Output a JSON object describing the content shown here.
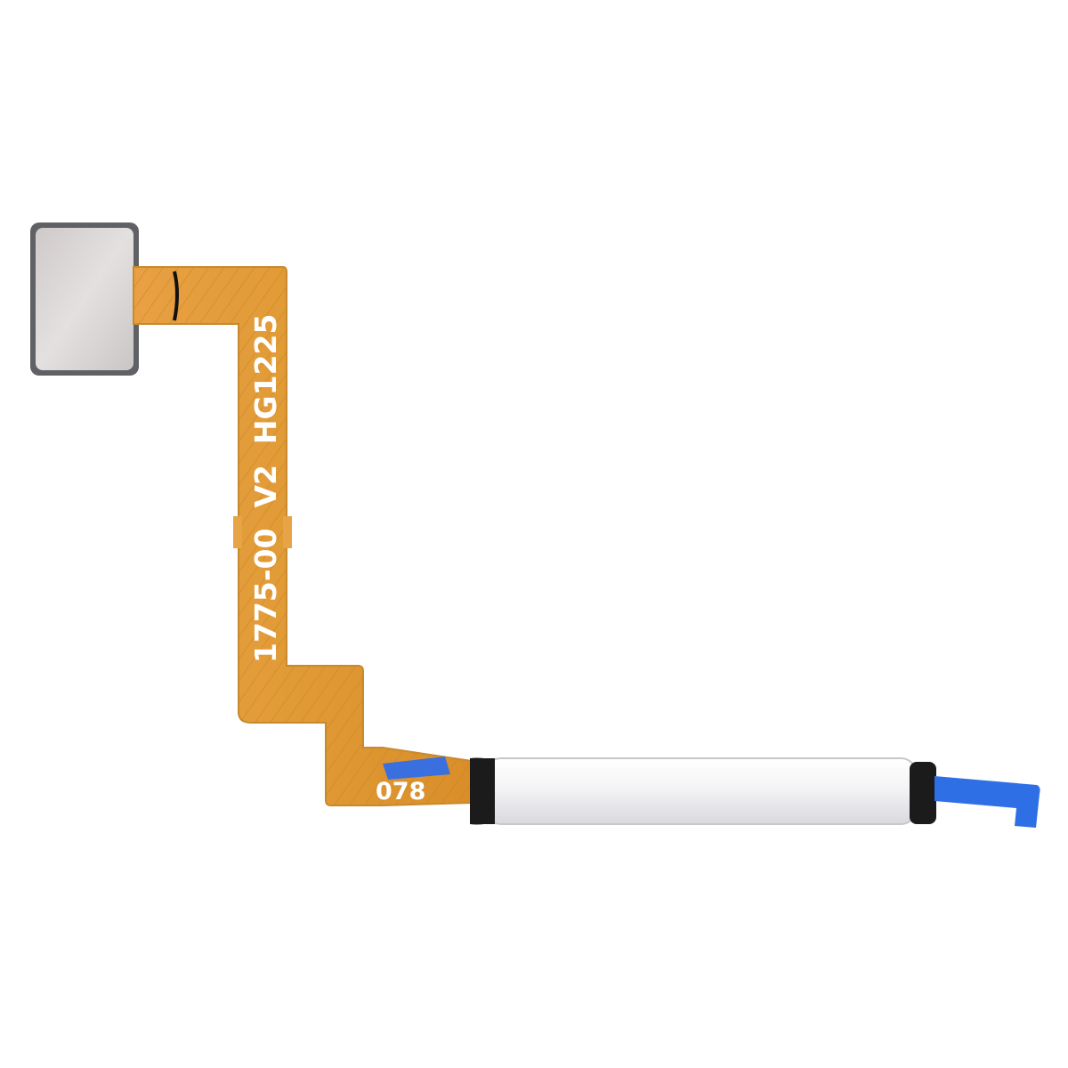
{
  "product": {
    "subject": "fingerprint-sensor-flex-cable",
    "printed_labels": {
      "part_code": "1775-00  V2  HG1225",
      "batch": "078"
    },
    "colors": {
      "background": "#ffffff",
      "flex_cable": "#e0962e",
      "sensor_pad": "#d6d3d2",
      "sensor_rim": "#6b6d70",
      "power_button": "#f1f1f3",
      "button_bands": "#1c1c1c",
      "blue_tab": "#2f6fe6"
    }
  }
}
